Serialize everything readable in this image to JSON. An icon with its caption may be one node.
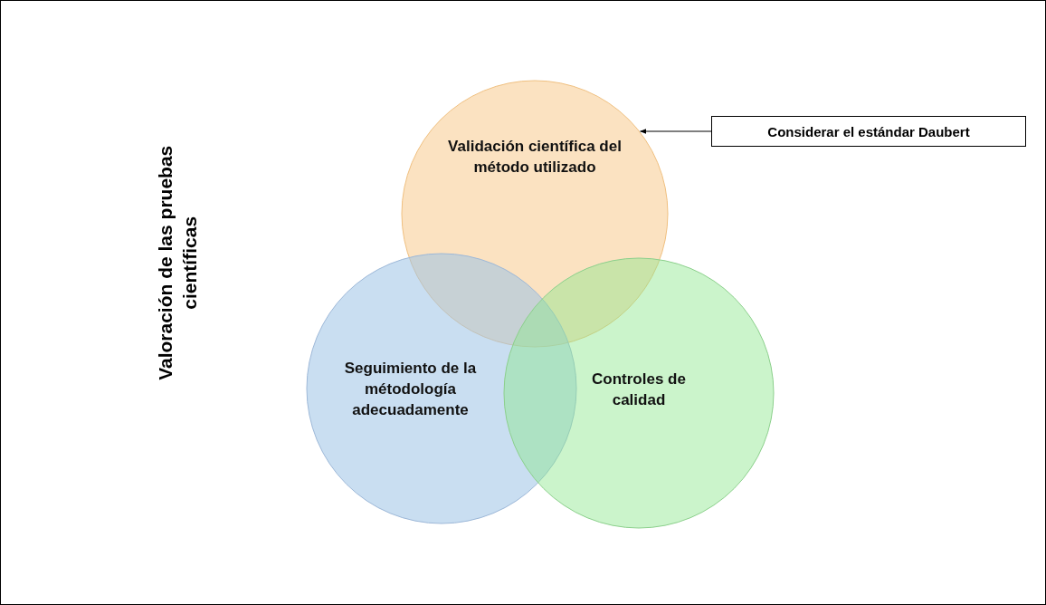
{
  "diagram": {
    "nodes": [
      {
        "text": [
          "Validación científica del método utilizado"
        ]
      },
      {
        "text": [
          "Seguimiento de la métodología adecuadamente"
        ]
      },
      {
        "text": [
          "Controles de calidad"
        ]
      },
      {
        "text": [
          "Considerar el estándar Daubert"
        ]
      }
    ],
    "edges": [
      {
        "from": 3,
        "to": 0,
        "arrow": "to"
      }
    ],
    "labels": [
      "Valoración de las pruebas científicas"
    ]
  }
}
